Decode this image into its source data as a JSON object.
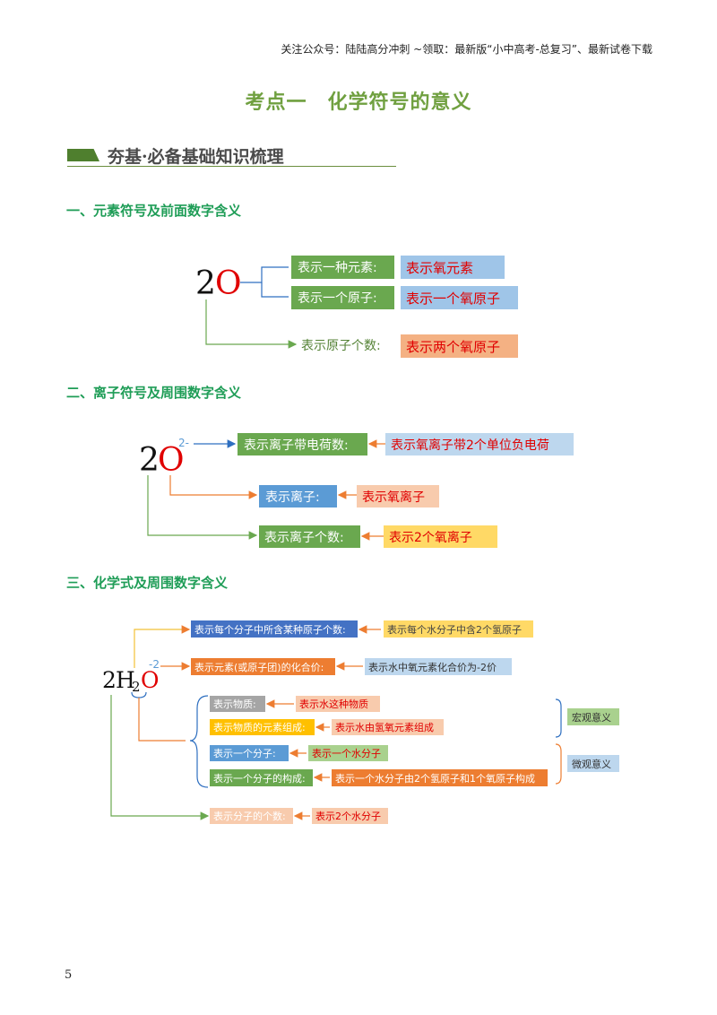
{
  "header_note": "关注公众号：陆陆高分冲刺 ~领取：最新版“小中高考-总复习”、最新试卷下载",
  "title": "考点一　化学符号的意义",
  "banner": "夯基·必备基础知识梳理",
  "page_number": "5",
  "section1": {
    "heading": "一、元素符号及前面数字含义",
    "symbol_num": "2",
    "symbol_el": "O",
    "items": [
      {
        "label": "表示一种元素:",
        "value": "表示氧元素"
      },
      {
        "label": "表示一个原子:",
        "value": "表示一个氧原子"
      },
      {
        "label": "表示原子个数:",
        "value": "表示两个氧原子"
      }
    ]
  },
  "section2": {
    "heading": "二、离子符号及周围数字含义",
    "symbol_num": "2",
    "symbol_el": "O",
    "charge": "2-",
    "items": [
      {
        "label": "表示离子带电荷数:",
        "value": "表示氧离子带2个单位负电荷"
      },
      {
        "label": "表示离子:",
        "value": "表示氧离子"
      },
      {
        "label": "表示离子个数:",
        "value": "表示2个氧离子"
      }
    ]
  },
  "section3": {
    "heading": "三、化学式及周围数字含义",
    "formula_num": "2",
    "formula_h": "H",
    "formula_sub": "2",
    "formula_o": "O",
    "charge": "-2",
    "items": [
      {
        "label": "表示每个分子中所含某种原子个数:",
        "value": "表示每个水分子中含2个氢原子"
      },
      {
        "label": "表示元素(或原子团)的化合价:",
        "value": "表示水中氧元素化合价为-2价"
      },
      {
        "label": "表示物质:",
        "value": "表示水这种物质"
      },
      {
        "label": "表示物质的元素组成:",
        "value": "表示水由氢氧元素组成"
      },
      {
        "label": "表示一个分子:",
        "value": "表示一个水分子"
      },
      {
        "label": "表示一个分子的构成:",
        "value": "表示一个水分子由2个氢原子和1个氧原子构成"
      },
      {
        "label": "表示分子的个数:",
        "value": "表示2个水分子"
      }
    ],
    "macro": "宏观意义",
    "micro": "微观意义"
  }
}
